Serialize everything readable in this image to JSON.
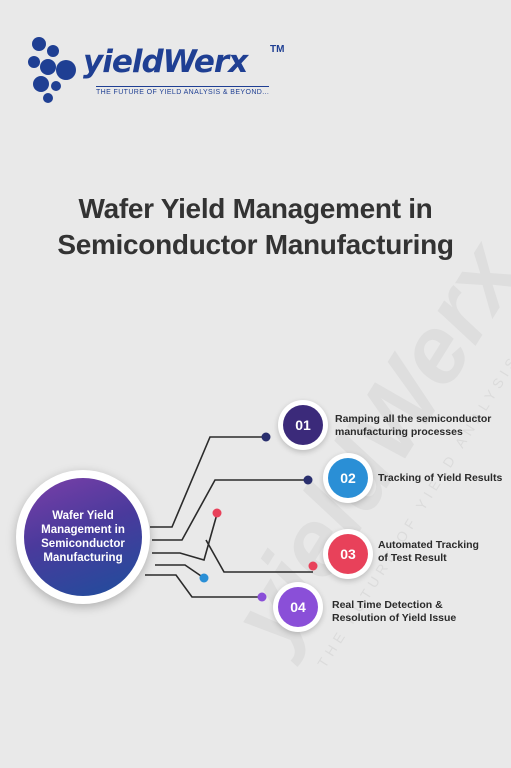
{
  "logo": {
    "name": "yieldWerx",
    "trademark": "TM",
    "tagline": "THE FUTURE OF YIELD ANALYSIS & BEYOND..."
  },
  "title": {
    "line1": "Wafer Yield Management in",
    "line2": "Semiconductor Manufacturing"
  },
  "watermark": {
    "text": "yieldWerx",
    "subtext": "THE FUTURE OF YIELD ANALYSIS & BEYOND..."
  },
  "hub": {
    "text": "Wafer Yield Management in Semiconductor Manufacturing"
  },
  "items": [
    {
      "number": "01",
      "label": "Ramping all the semiconductor manufacturing processes",
      "color": "#3b2a7a"
    },
    {
      "number": "02",
      "label": "Tracking of Yield Results",
      "color": "#2a8fd6"
    },
    {
      "number": "03",
      "label": "Automated Tracking of Test Result",
      "color": "#e8415a"
    },
    {
      "number": "04",
      "label": "Real Time Detection & Resolution of Yield Issue",
      "color": "#8a4fd8"
    }
  ],
  "dot_colors": {
    "navy": "#2a2f6e",
    "blue": "#2a8fd6",
    "red": "#e8415a",
    "purple": "#8a4fd8"
  }
}
